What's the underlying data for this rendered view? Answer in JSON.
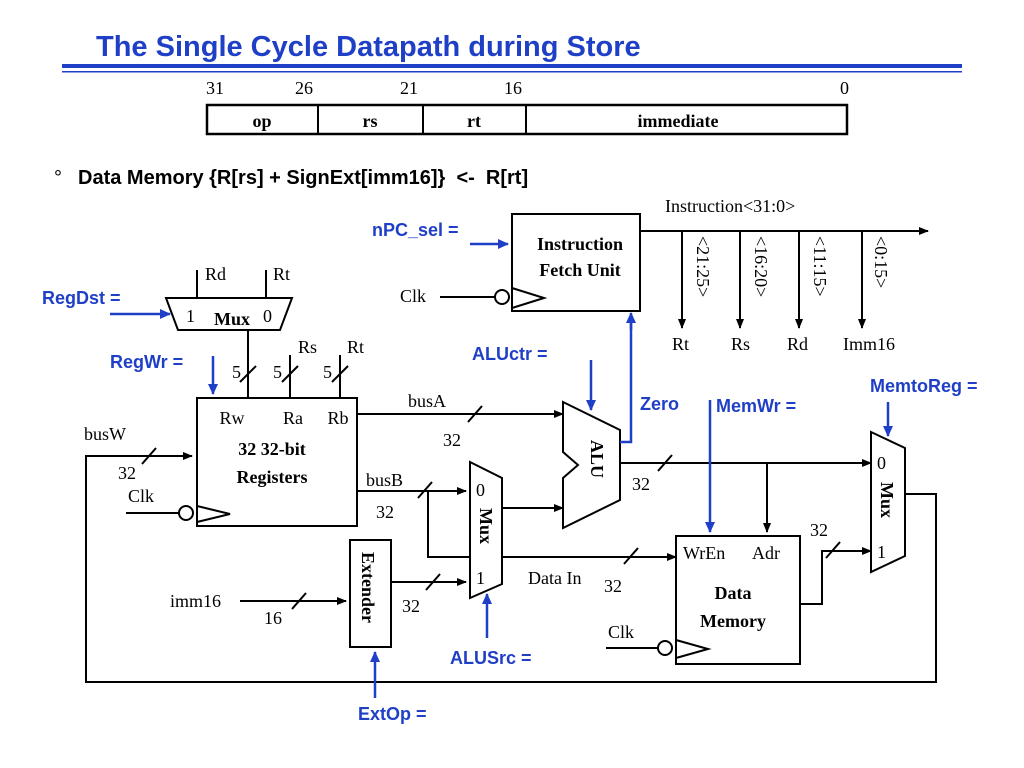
{
  "title": "The Single Cycle Datapath during Store",
  "instruction_format": {
    "bit_positions": [
      "31",
      "26",
      "21",
      "16",
      "0"
    ],
    "fields": [
      "op",
      "rs",
      "rt",
      "immediate"
    ]
  },
  "bullet": {
    "symbol": "°",
    "text": "Data Memory {R[rs] + SignExt[imm16]}  <-  R[rt]"
  },
  "controls": {
    "npc_sel": "nPC_sel =",
    "regdst": "RegDst =",
    "regwr": "RegWr =",
    "aluctr": "ALUctr =",
    "zero": "Zero",
    "memwr": "MemWr =",
    "memtoreg": "MemtoReg =",
    "alusrc": "ALUSrc =",
    "extop": "ExtOp ="
  },
  "blocks": {
    "ifu_line1": "Instruction",
    "ifu_line2": "Fetch Unit",
    "regfile_line1": "32 32-bit",
    "regfile_line2": "Registers",
    "rw": "Rw",
    "ra": "Ra",
    "rb": "Rb",
    "alu": "ALU",
    "extender": "Extender",
    "mux": "Mux",
    "dmem_line1": "Data",
    "dmem_line2": "Memory",
    "wren": "WrEn",
    "adr": "Adr"
  },
  "labels": {
    "instruction": "Instruction<31:0>",
    "split_21_25": "<21:25>",
    "split_16_20": "<16:20>",
    "split_11_15": "<11:15>",
    "split_0_15": "<0:15>",
    "rt": "Rt",
    "rs": "Rs",
    "rd": "Rd",
    "imm16_cap": "Imm16",
    "imm16": "imm16",
    "clk": "Clk",
    "busA": "busA",
    "busB": "busB",
    "busW": "busW",
    "data_in": "Data In",
    "n32": "32",
    "n16": "16",
    "n5": "5",
    "zero_in": "0",
    "one_in": "1"
  }
}
